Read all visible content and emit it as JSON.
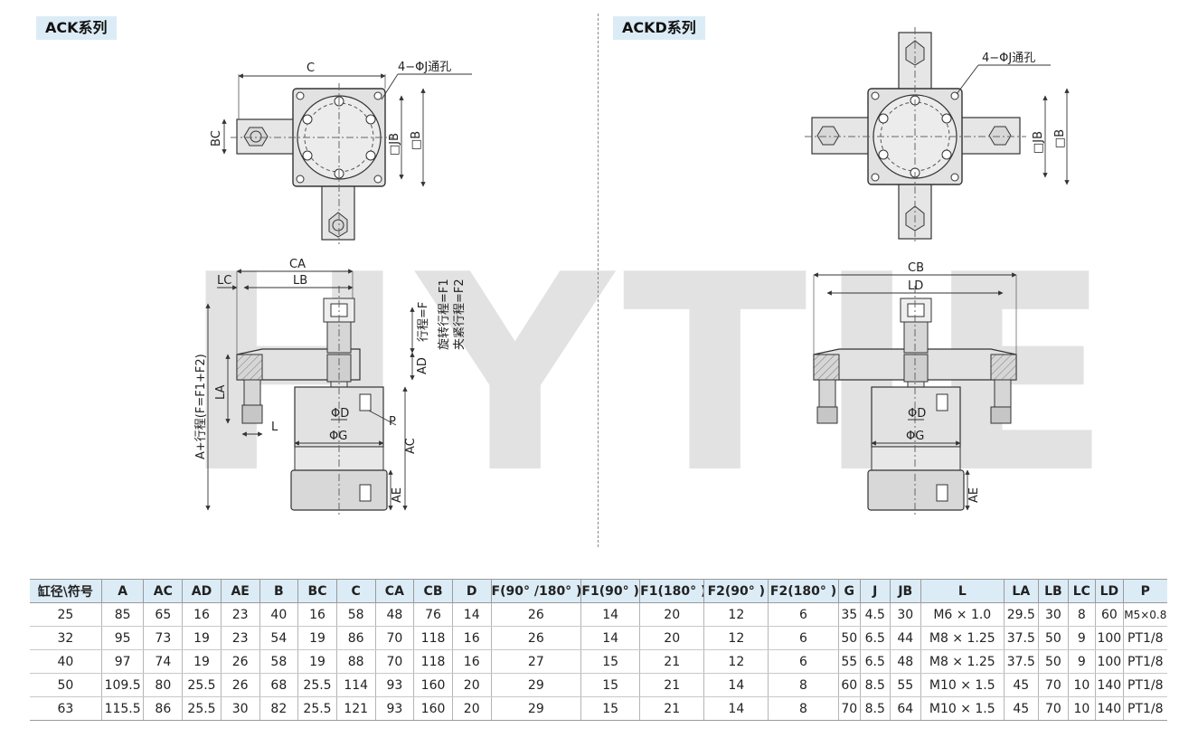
{
  "sections": {
    "left_title": "ACK系列",
    "right_title": "ACKD系列"
  },
  "watermark": "HYTIE",
  "drawing_labels": {
    "hole_note": "4−ΦJ通孔",
    "C": "C",
    "BC": "BC",
    "JB": "□JB",
    "B": "□B",
    "CA": "CA",
    "LC": "LC",
    "LB": "LB",
    "stroke_F": "行程=F",
    "rotate_stroke": "旋转行程=F1",
    "clamp_stroke": "夹紧行程=F2",
    "AD": "AD",
    "LA": "LA",
    "L": "L",
    "P": "P",
    "total": "A+行程(F=F1+F2)",
    "phiD": "ΦD",
    "phiG": "ΦG",
    "AC": "AC",
    "AE": "AE",
    "CB": "CB",
    "LD": "LD"
  },
  "table": {
    "headers": [
      "缸径\\符号",
      "A",
      "AC",
      "AD",
      "AE",
      "B",
      "BC",
      "C",
      "CA",
      "CB",
      "D",
      "F(90° /180° )",
      "F1(90° )",
      "F1(180° )",
      "F2(90° )",
      "F2(180° )",
      "G",
      "J",
      "JB",
      "L",
      "LA",
      "LB",
      "LC",
      "LD",
      "P"
    ],
    "rows": [
      [
        "25",
        "85",
        "65",
        "16",
        "23",
        "40",
        "16",
        "58",
        "48",
        "76",
        "14",
        "26",
        "14",
        "20",
        "12",
        "6",
        "35",
        "4.5",
        "30",
        "M6 × 1.0",
        "29.5",
        "30",
        "8",
        "60",
        "M5×0.8"
      ],
      [
        "32",
        "95",
        "73",
        "19",
        "23",
        "54",
        "19",
        "86",
        "70",
        "118",
        "16",
        "26",
        "14",
        "20",
        "12",
        "6",
        "50",
        "6.5",
        "44",
        "M8 × 1.25",
        "37.5",
        "50",
        "9",
        "100",
        "PT1/8"
      ],
      [
        "40",
        "97",
        "74",
        "19",
        "26",
        "58",
        "19",
        "88",
        "70",
        "118",
        "16",
        "27",
        "15",
        "21",
        "12",
        "6",
        "55",
        "6.5",
        "48",
        "M8 × 1.25",
        "37.5",
        "50",
        "9",
        "100",
        "PT1/8"
      ],
      [
        "50",
        "109.5",
        "80",
        "25.5",
        "26",
        "68",
        "25.5",
        "114",
        "93",
        "160",
        "20",
        "29",
        "15",
        "21",
        "14",
        "8",
        "60",
        "8.5",
        "55",
        "M10 × 1.5",
        "45",
        "70",
        "10",
        "140",
        "PT1/8"
      ],
      [
        "63",
        "115.5",
        "86",
        "25.5",
        "30",
        "82",
        "25.5",
        "121",
        "93",
        "160",
        "20",
        "29",
        "15",
        "21",
        "14",
        "8",
        "70",
        "8.5",
        "64",
        "M10 × 1.5",
        "45",
        "70",
        "10",
        "140",
        "PT1/8"
      ]
    ]
  }
}
